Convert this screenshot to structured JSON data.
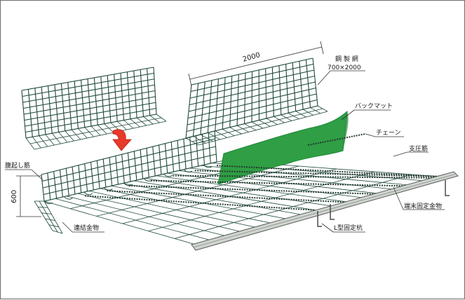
{
  "labels": {
    "steel_mesh": "鋼 製 網",
    "mesh_size": "700×2000",
    "back_mat": "バックマット",
    "chain": "チェーン",
    "support_bar": "支圧筋",
    "edge_fixture": "端末固定金物",
    "l_stake": "L型固定杭",
    "fold_bar": "腹起し筋",
    "connector": "連結金物"
  },
  "dimensions": {
    "width": "2000",
    "height": "600"
  },
  "colors": {
    "mesh": "#1f4a3a",
    "mat": "#2f9e44",
    "mat_dark": "#21863a",
    "arrow": "#e8392a",
    "stake": "#cfd4cf"
  }
}
